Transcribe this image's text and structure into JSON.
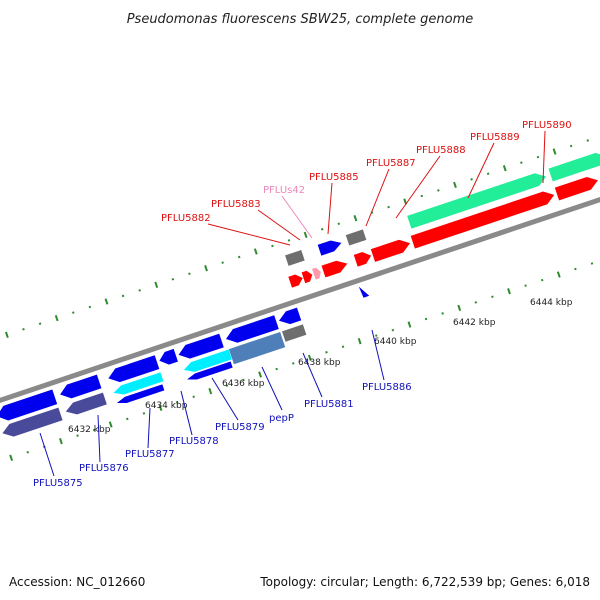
{
  "title": "Pseudomonas fluorescens SBW25, complete genome",
  "footer": {
    "accession": "Accession: NC_012660",
    "info": "Topology: circular; Length: 6,722,539 bp; Genes: 6,018"
  },
  "colors": {
    "backbone": "#8a8a8a",
    "tick": "#2e8b2e",
    "label_forward": "#dd1111",
    "label_reverse": "#1111bb",
    "label_ncrna": "#ee88bb",
    "forward_cds": "#ff0000",
    "forward_gene": "#22ee99",
    "reverse_cds": "#0000ee",
    "reverse_gene_cyan": "#00eeff",
    "reverse_gene_purple": "#4a4a9a",
    "grey_feature": "#6e6e6e",
    "steel_feature": "#4f7fb8"
  },
  "scale_labels": [
    "6432 kbp",
    "6434 kbp",
    "6436 kbp",
    "6438 kbp",
    "6440 kbp",
    "6442 kbp",
    "6444 kbp"
  ],
  "forward_labels": [
    "PFLU5882",
    "PFLU5883",
    "PFLUs42",
    "PFLU5885",
    "PFLU5887",
    "PFLU5888",
    "PFLU5889",
    "PFLU5890"
  ],
  "reverse_labels": [
    "PFLU5875",
    "PFLU5876",
    "PFLU5877",
    "PFLU5878",
    "PFLU5879",
    "pepP",
    "PFLU5881",
    "PFLU5886"
  ]
}
